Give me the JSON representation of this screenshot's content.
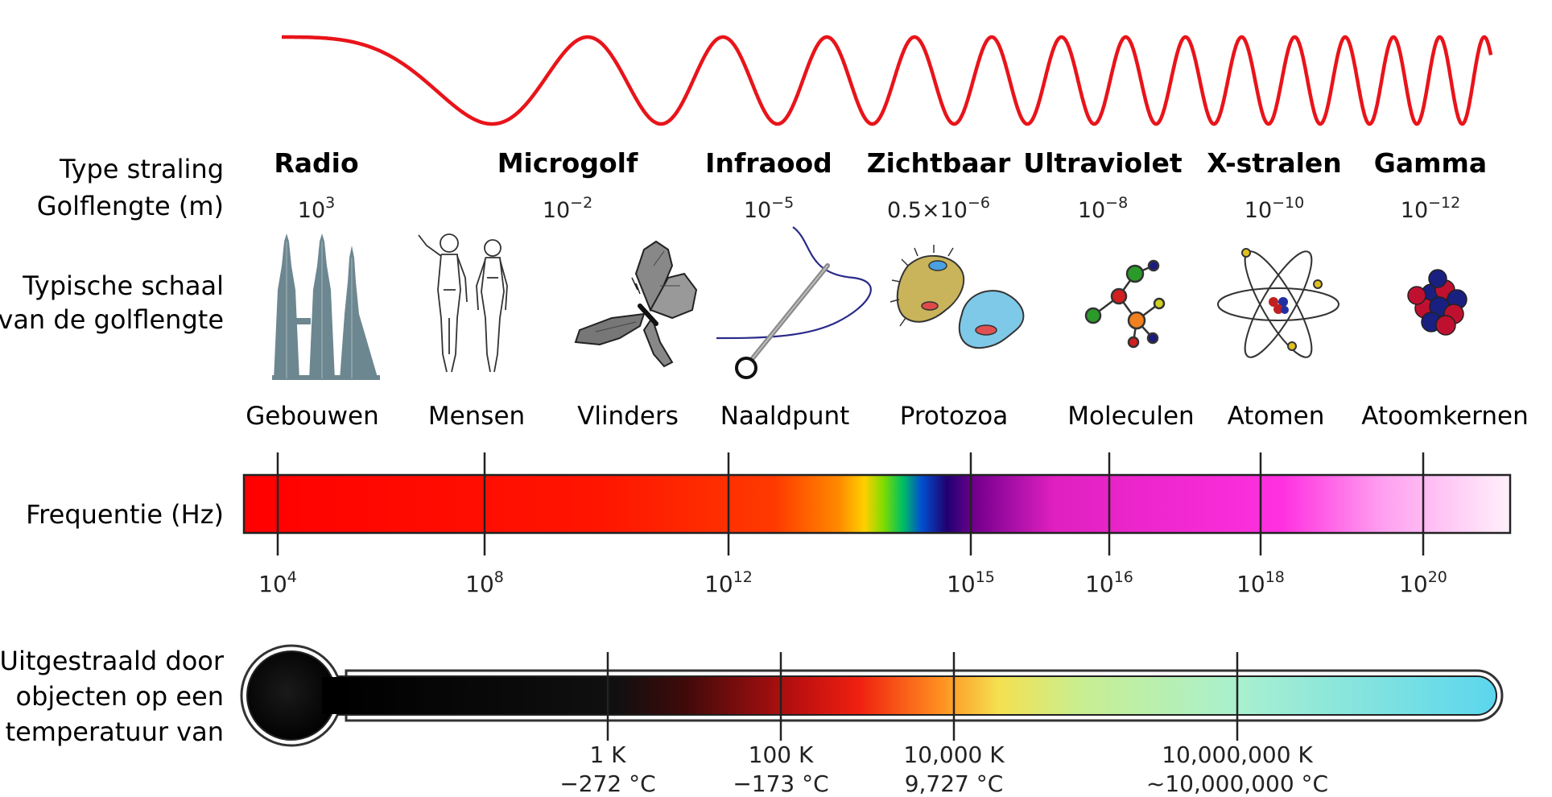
{
  "row_labels": {
    "type": "Type straling",
    "wavelength": "Golflengte (m)",
    "scale_line1": "Typische schaal",
    "scale_line2": "van de golflengte",
    "frequency": "Frequentie (Hz)",
    "emitted_line1": "Uitgestraald door",
    "emitted_line2": "objecten op een",
    "emitted_line3": "temperatuur van"
  },
  "bands": [
    {
      "name": "Radio",
      "wavelength_base": "10",
      "wavelength_exp": "3",
      "object": "Gebouwen",
      "icon": "buildings-icon"
    },
    {
      "name": "Microgolf",
      "wavelength_base": "10",
      "wavelength_exp": "−2",
      "object": "Mensen",
      "icon": "humans-icon"
    },
    {
      "name": "Infraood",
      "wavelength_base": "10",
      "wavelength_exp": "−5",
      "object": "Vlinders",
      "icon": "butterfly-icon"
    },
    {
      "name": "Zichtbaar",
      "wavelength_base": "0.5×10",
      "wavelength_exp": "−6",
      "object": "Naaldpunt",
      "icon": "needle-icon"
    },
    {
      "name": "Ultraviolet",
      "wavelength_base": "10",
      "wavelength_exp": "−8",
      "object": "Protozoa",
      "icon": "protozoa-icon"
    },
    {
      "name": "X-stralen",
      "wavelength_base": "10",
      "wavelength_exp": "−10",
      "object": "Moleculen",
      "icon": "molecule-icon"
    },
    {
      "name": "Gamma",
      "wavelength_base": "10",
      "wavelength_exp": "−12",
      "object": "Atomen",
      "icon": "atom-icon"
    }
  ],
  "extra_object": {
    "object": "Atoomkernen",
    "icon": "nucleus-icon"
  },
  "frequency_ticks": [
    {
      "base": "10",
      "exp": "4"
    },
    {
      "base": "10",
      "exp": "8"
    },
    {
      "base": "10",
      "exp": "12"
    },
    {
      "base": "10",
      "exp": "15"
    },
    {
      "base": "10",
      "exp": "16"
    },
    {
      "base": "10",
      "exp": "18"
    },
    {
      "base": "10",
      "exp": "20"
    }
  ],
  "temperature_ticks": [
    {
      "kelvin": "1 K",
      "celsius": "−272 °C"
    },
    {
      "kelvin": "100 K",
      "celsius": "−173 °C"
    },
    {
      "kelvin": "10,000 K",
      "celsius": "9,727 °C"
    },
    {
      "kelvin": "10,000,000 K",
      "celsius": "~10,000,000 °C"
    }
  ],
  "colors": {
    "wave": "#e8141a",
    "bar_outline": "#222222",
    "thermometer_fill_start": "#000000",
    "thermometer_fill_end": "#5bd6ee"
  }
}
